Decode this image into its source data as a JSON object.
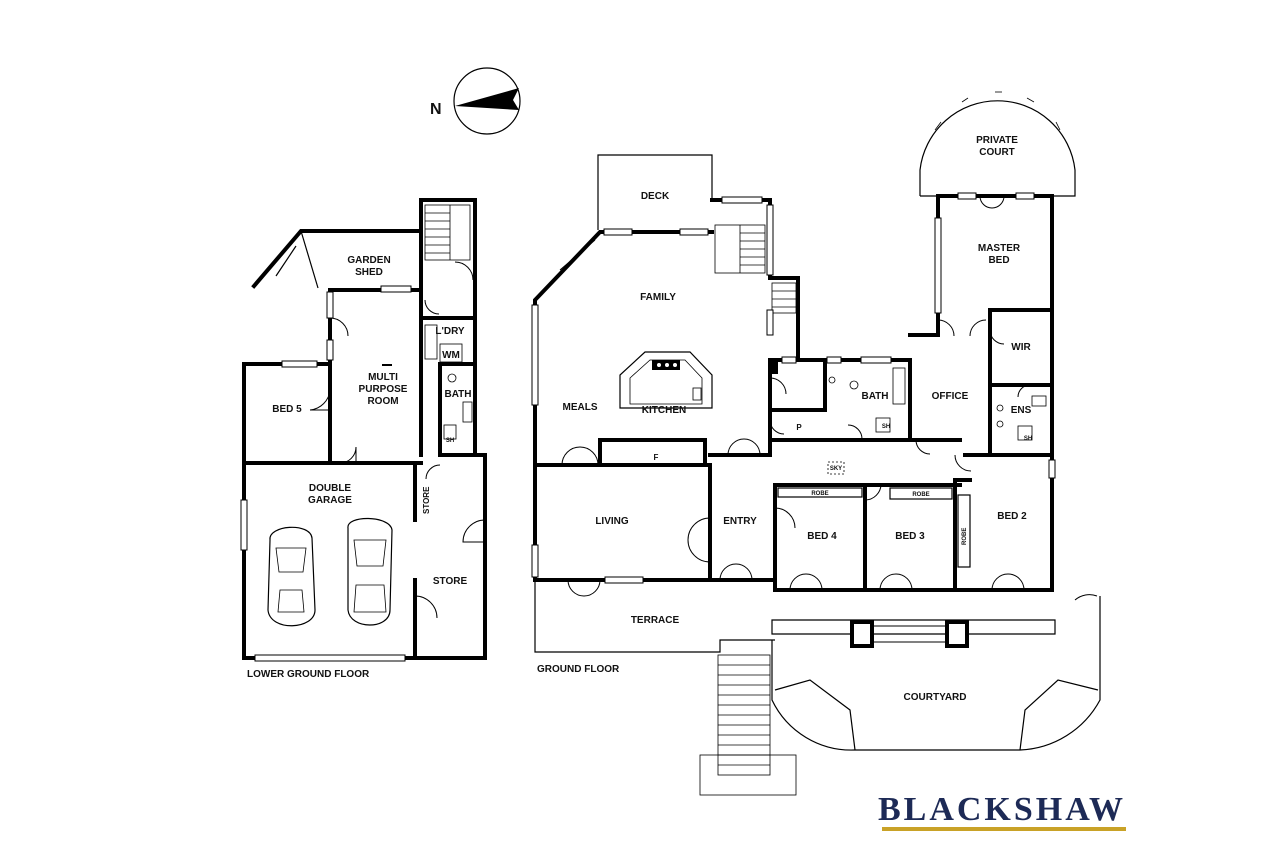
{
  "compass": {
    "north_label": "N"
  },
  "floors": {
    "lower": "LOWER GROUND FLOOR",
    "ground": "GROUND FLOOR"
  },
  "rooms": {
    "garden_shed": [
      "GARDEN",
      "SHED"
    ],
    "laundry": "L'DRY",
    "wm": "WM",
    "lower_bath": "BATH",
    "multi_purpose": [
      "MULTI",
      "PURPOSE",
      "ROOM"
    ],
    "bed5": "BED 5",
    "double_garage": [
      "DOUBLE",
      "GARAGE"
    ],
    "lower_store_small": "STORE",
    "lower_store": "STORE",
    "deck": "DECK",
    "family": "FAMILY",
    "meals": "MEALS",
    "kitchen": "KITCHEN",
    "living": "LIVING",
    "entry": "ENTRY",
    "terrace": "TERRACE",
    "pantry": "P",
    "fridge": "F",
    "sky": "SKY",
    "upper_bath": "BATH",
    "office": "OFFICE",
    "private_court": [
      "PRIVATE",
      "COURT"
    ],
    "master_bed": [
      "MASTER",
      "BED"
    ],
    "wir": "WIR",
    "ens": "ENS",
    "sh": "SH",
    "bed4": "BED 4",
    "bed3": "BED 3",
    "bed2": "BED 2",
    "robe": "ROBE",
    "courtyard": "COURTYARD"
  },
  "brand": {
    "name": "BLACKSHAW",
    "underline_color": "#c9a227",
    "text_color": "#1d2a56"
  }
}
